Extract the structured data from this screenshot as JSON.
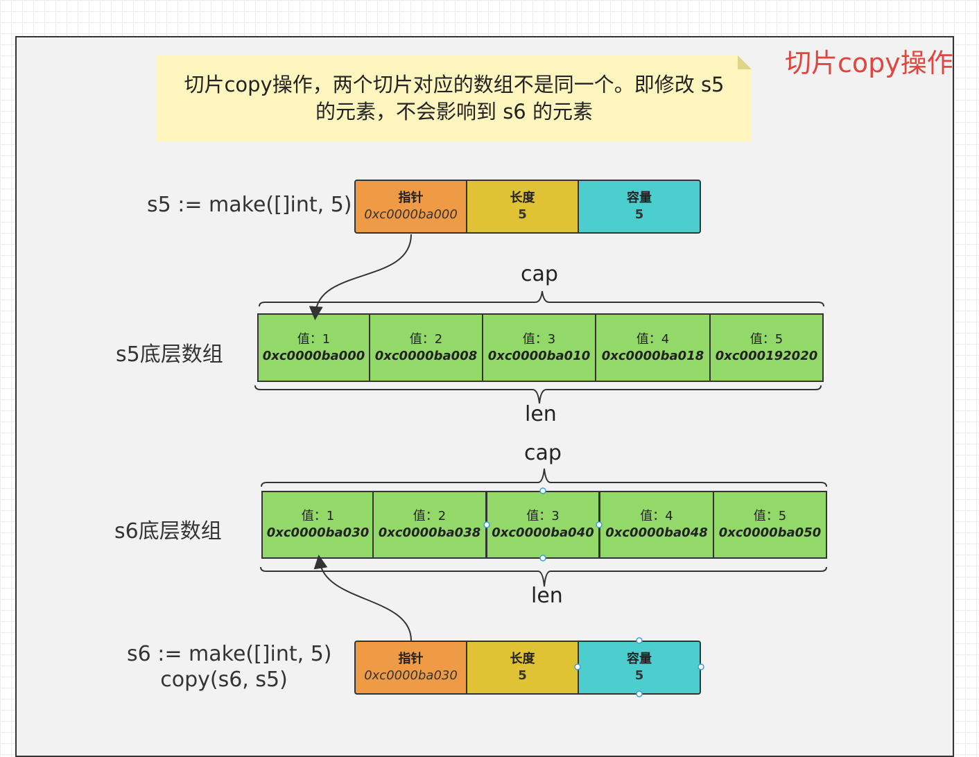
{
  "title": "切片copy操作",
  "note": {
    "line1": "切片copy操作，两个切片对应的数组不是同一个。即修改 s5",
    "line2": "的元素，不会影响到 s6 的元素"
  },
  "s5": {
    "code": "s5 := make([]int, 5)",
    "header": {
      "ptr_label": "指针",
      "ptr_value": "0xc0000ba000",
      "len_label": "长度",
      "len_value": "5",
      "cap_label": "容量",
      "cap_value": "5"
    },
    "array_label": "s5底层数组",
    "cap_brace": "cap",
    "len_brace": "len",
    "cells": [
      {
        "value": "值：1",
        "addr": "0xc0000ba000"
      },
      {
        "value": "值：2",
        "addr": "0xc0000ba008"
      },
      {
        "value": "值：3",
        "addr": "0xc0000ba010"
      },
      {
        "value": "值：4",
        "addr": "0xc0000ba018"
      },
      {
        "value": "值：5",
        "addr": "0xc000192020"
      }
    ]
  },
  "s6": {
    "code_line1": "s6 := make([]int, 5)",
    "code_line2": "copy(s6, s5)",
    "header": {
      "ptr_label": "指针",
      "ptr_value": "0xc0000ba030",
      "len_label": "长度",
      "len_value": "5",
      "cap_label": "容量",
      "cap_value": "5"
    },
    "array_label": "s6底层数组",
    "cap_brace": "cap",
    "len_brace": "len",
    "cells": [
      {
        "value": "值：1",
        "addr": "0xc0000ba030"
      },
      {
        "value": "值：2",
        "addr": "0xc0000ba038"
      },
      {
        "value": "值：3",
        "addr": "0xc0000ba040"
      },
      {
        "value": "值：4",
        "addr": "0xc0000ba048"
      },
      {
        "value": "值：5",
        "addr": "0xc0000ba050"
      }
    ]
  },
  "colors": {
    "pointer": "#ef9a45",
    "length": "#e0c235",
    "capacity": "#4ccdce",
    "array_cell": "#93d96a",
    "title": "#e0453f",
    "note": "#fff6bf"
  }
}
